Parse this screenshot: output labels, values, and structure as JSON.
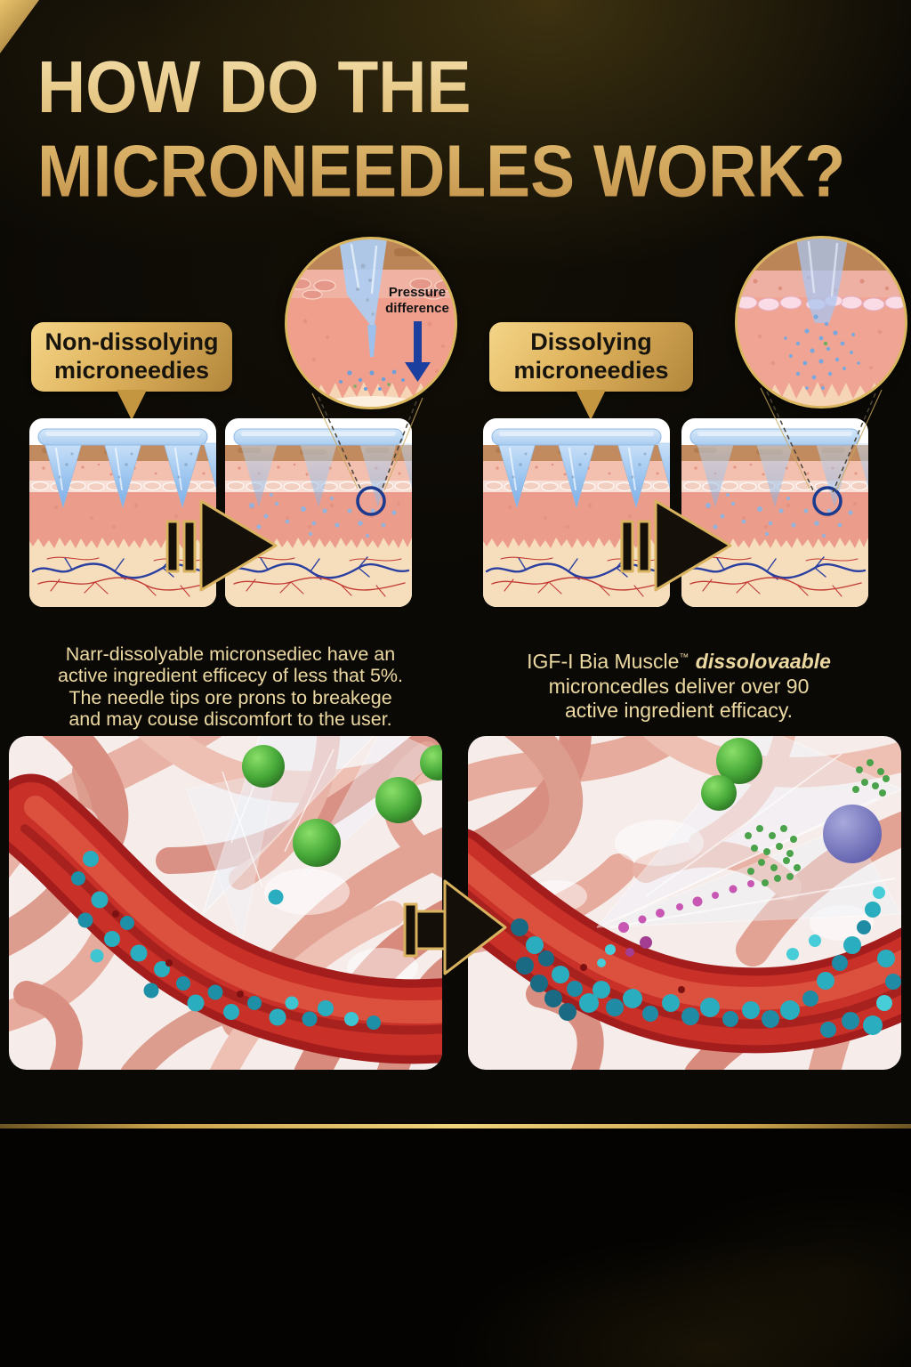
{
  "title": {
    "line1": "HOW DO THE",
    "line2": "MICRONEEDLES WORK?"
  },
  "left": {
    "badge_line1": "Non-dissolying",
    "badge_line2": "microneedies",
    "inset_label_line1": "Pressure",
    "inset_label_line2": "difference",
    "caption_lines": [
      "Narr-dissolyable micronsediec have an",
      "active ingredient efficecy of less that 5%.",
      "The needle tips ore prons to breakege",
      "and may couse discomfort to the user."
    ]
  },
  "right": {
    "badge_line1": "Dissolying",
    "badge_line2": "microneedies",
    "caption_prefix": "IGF-I Bia Muscle",
    "caption_tm": "™",
    "caption_emphasis": " dissolovaable",
    "caption_line2": "microncedles deliver over 90",
    "caption_line3": "active ingredient efficacy."
  },
  "icons": {
    "mid_arrows": "block-arrow-right",
    "bottom_arrow": "block-arrow-right",
    "pressure_arrow": "arrow-down"
  },
  "colors": {
    "background": "#0b0905",
    "gold_accent": "#dab75e",
    "title_gold": "#ddb76c",
    "caption_text": "#ecd9a2",
    "badge_text": "#17130d",
    "lens_ring": "#1c3b8f",
    "pressure_arrow_blue": "#1b3f9e",
    "needle_blue": "#9ac4ef",
    "vessel_red": "#c62f28",
    "particle_teal": "#2aadbf",
    "sphere_green": "#46a838",
    "sphere_purple": "#6a6ab8"
  }
}
